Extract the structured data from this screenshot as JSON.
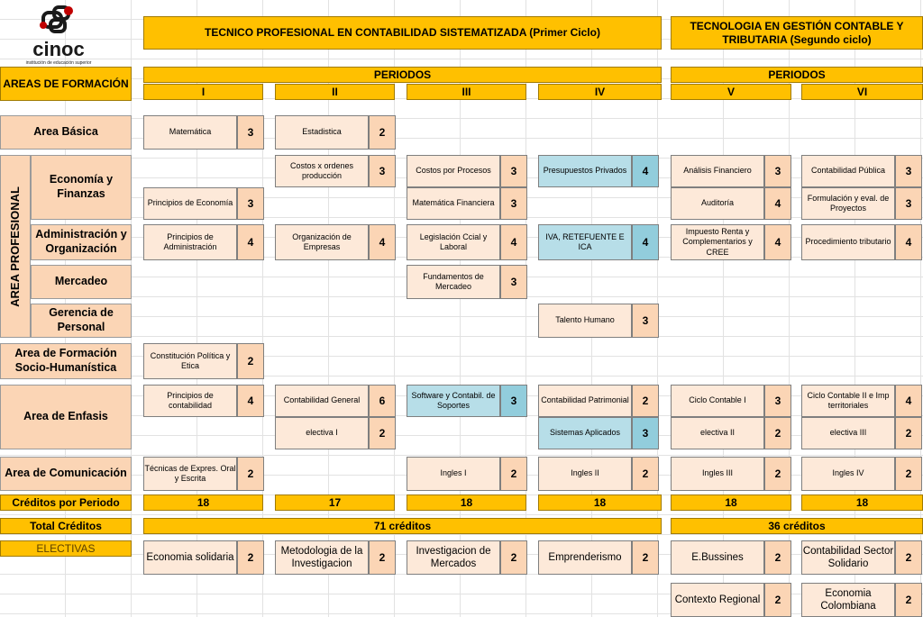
{
  "logo": {
    "name": "cinoc",
    "tagline": "institución de educación superior"
  },
  "headers": {
    "first_cycle": "TECNICO PROFESIONAL EN CONTABILIDAD SISTEMATIZADA (Primer Ciclo)",
    "second_cycle": "TECNOLOGIA EN GESTIÓN CONTABLE Y TRIBUTARIA  (Segundo ciclo)",
    "areas": "AREAS DE FORMACIÓN",
    "periodos_1": "PERIODOS",
    "periodos_2": "PERIODOS",
    "periods": [
      "I",
      "II",
      "III",
      "IV",
      "V",
      "VI"
    ]
  },
  "areas": {
    "basica": "Area Básica",
    "profesional": "AREA PROFESIONAL",
    "economia": "Economía y Finanzas",
    "administracion": "Administración y Organización",
    "mercadeo": "Mercadeo",
    "gerencia": "Gerencia de Personal",
    "socio": "Area de Formación Socio-Humanística",
    "enfasis": "Area de Enfasis",
    "comunicacion": "Area de Comunicación"
  },
  "subjects": [
    {
      "name": "Matemática",
      "credits": "3"
    },
    {
      "name": "Estadistica",
      "credits": "2"
    },
    {
      "name": "Costos x ordenes producción",
      "credits": "3"
    },
    {
      "name": "Costos por Procesos",
      "credits": "3"
    },
    {
      "name": "Presupuestos Privados",
      "credits": "4"
    },
    {
      "name": "Análisis Financiero",
      "credits": "3"
    },
    {
      "name": "Contabilidad Pública",
      "credits": "3"
    },
    {
      "name": "Principios de Economía",
      "credits": "3"
    },
    {
      "name": "Matemática Financiera",
      "credits": "3"
    },
    {
      "name": "Auditoría",
      "credits": "4"
    },
    {
      "name": "Formulación  y eval. de Proyectos",
      "credits": "3"
    },
    {
      "name": "Principios de Administración",
      "credits": "4"
    },
    {
      "name": "Organización de Empresas",
      "credits": "4"
    },
    {
      "name": "Legislación Ccial y Laboral",
      "credits": "4"
    },
    {
      "name": "IVA, RETEFUENTE E ICA",
      "credits": "4"
    },
    {
      "name": "Impuesto Renta y Complementarios y CREE",
      "credits": "4"
    },
    {
      "name": "Procedimiento tributario",
      "credits": "4"
    },
    {
      "name": "Fundamentos de Mercadeo",
      "credits": "3"
    },
    {
      "name": "Talento Humano",
      "credits": "3"
    },
    {
      "name": "Constitución Política y Etica",
      "credits": "2"
    },
    {
      "name": "Principios de contabilidad",
      "credits": "4"
    },
    {
      "name": "Contabilidad General",
      "credits": "6"
    },
    {
      "name": "Software y Contabil. de Soportes",
      "credits": "3"
    },
    {
      "name": "Contabilidad Patrimonial",
      "credits": "2"
    },
    {
      "name": "Ciclo Contable I",
      "credits": "3"
    },
    {
      "name": "Ciclo Contable II e Imp territoriales",
      "credits": "4"
    },
    {
      "name": "electiva I",
      "credits": "2"
    },
    {
      "name": "Sistemas Aplicados",
      "credits": "3"
    },
    {
      "name": "electiva II",
      "credits": "2"
    },
    {
      "name": "electiva III",
      "credits": "2"
    },
    {
      "name": "Técnicas de Expres. Oral y Escrita",
      "credits": "2"
    },
    {
      "name": "Ingles I",
      "credits": "2"
    },
    {
      "name": "Ingles II",
      "credits": "2"
    },
    {
      "name": "Ingles III",
      "credits": "2"
    },
    {
      "name": "Ingles IV",
      "credits": "2"
    }
  ],
  "totals": {
    "creditos_periodo_label": "Créditos por Periodo",
    "creditos_periodo": [
      "18",
      "17",
      "18",
      "18",
      "18",
      "18"
    ],
    "total_label": "Total Créditos",
    "total_1": "71  créditos",
    "total_2": "36  créditos"
  },
  "electivas": {
    "label": "ELECTIVAS",
    "items": [
      {
        "name": "Economia solidaria",
        "credits": "2"
      },
      {
        "name": "Metodologia de la Investigacion",
        "credits": "2"
      },
      {
        "name": "Investigacion de Mercados",
        "credits": "2"
      },
      {
        "name": "Emprenderismo",
        "credits": "2"
      },
      {
        "name": "E.Bussines",
        "credits": "2"
      },
      {
        "name": "Contabilidad Sector Solidario",
        "credits": "2"
      },
      {
        "name": "Contexto Regional",
        "credits": "2"
      },
      {
        "name": "Economia Colombiana",
        "credits": "2"
      }
    ]
  },
  "colors": {
    "orange": "#ffc000",
    "area": "#fbd5b5",
    "subject": "#fde9d9",
    "blue": "#b7dee8"
  }
}
